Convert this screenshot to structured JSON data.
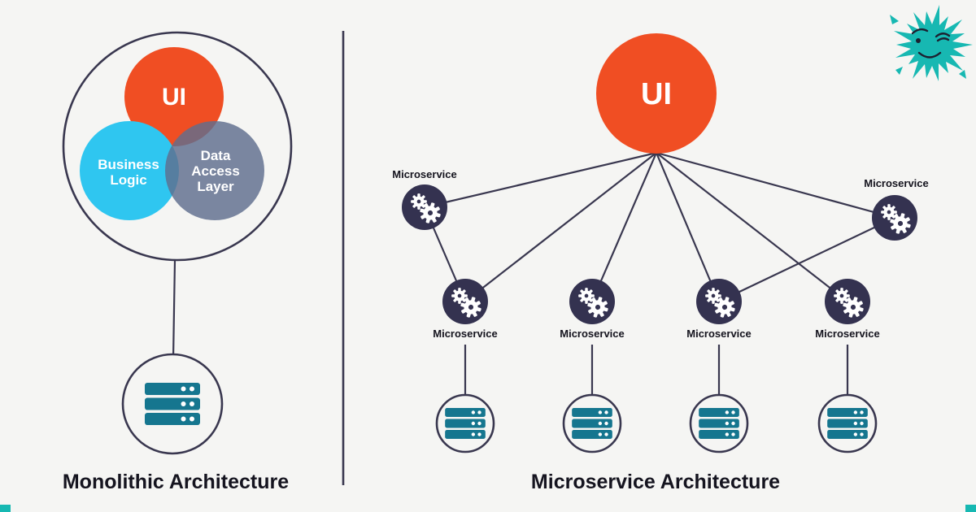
{
  "page": {
    "background": "#f5f5f3"
  },
  "colors": {
    "ui_orange": "#f04e23",
    "business_cyan": "#2fc6f0",
    "data_slate": "#5f6e8e",
    "node_navy": "#343250",
    "line_navy": "#39374f",
    "database_teal": "#15768f",
    "mascot_teal": "#17b8b2",
    "caption_dark": "#15141f"
  },
  "left_panel": {
    "title": "Monolithic Architecture",
    "ui_label": "UI",
    "business_logic_lines": [
      "Business",
      "Logic"
    ],
    "data_access_lines": [
      "Data",
      "Access",
      "Layer"
    ]
  },
  "right_panel": {
    "title": "Microservice Architecture",
    "ui_label": "UI",
    "microservice_label": "Microservice"
  },
  "icons": {
    "database_icon": "server-stack-icon",
    "microservice_icon": "gears-icon",
    "mascot_icon": "winking-starburst-icon"
  }
}
